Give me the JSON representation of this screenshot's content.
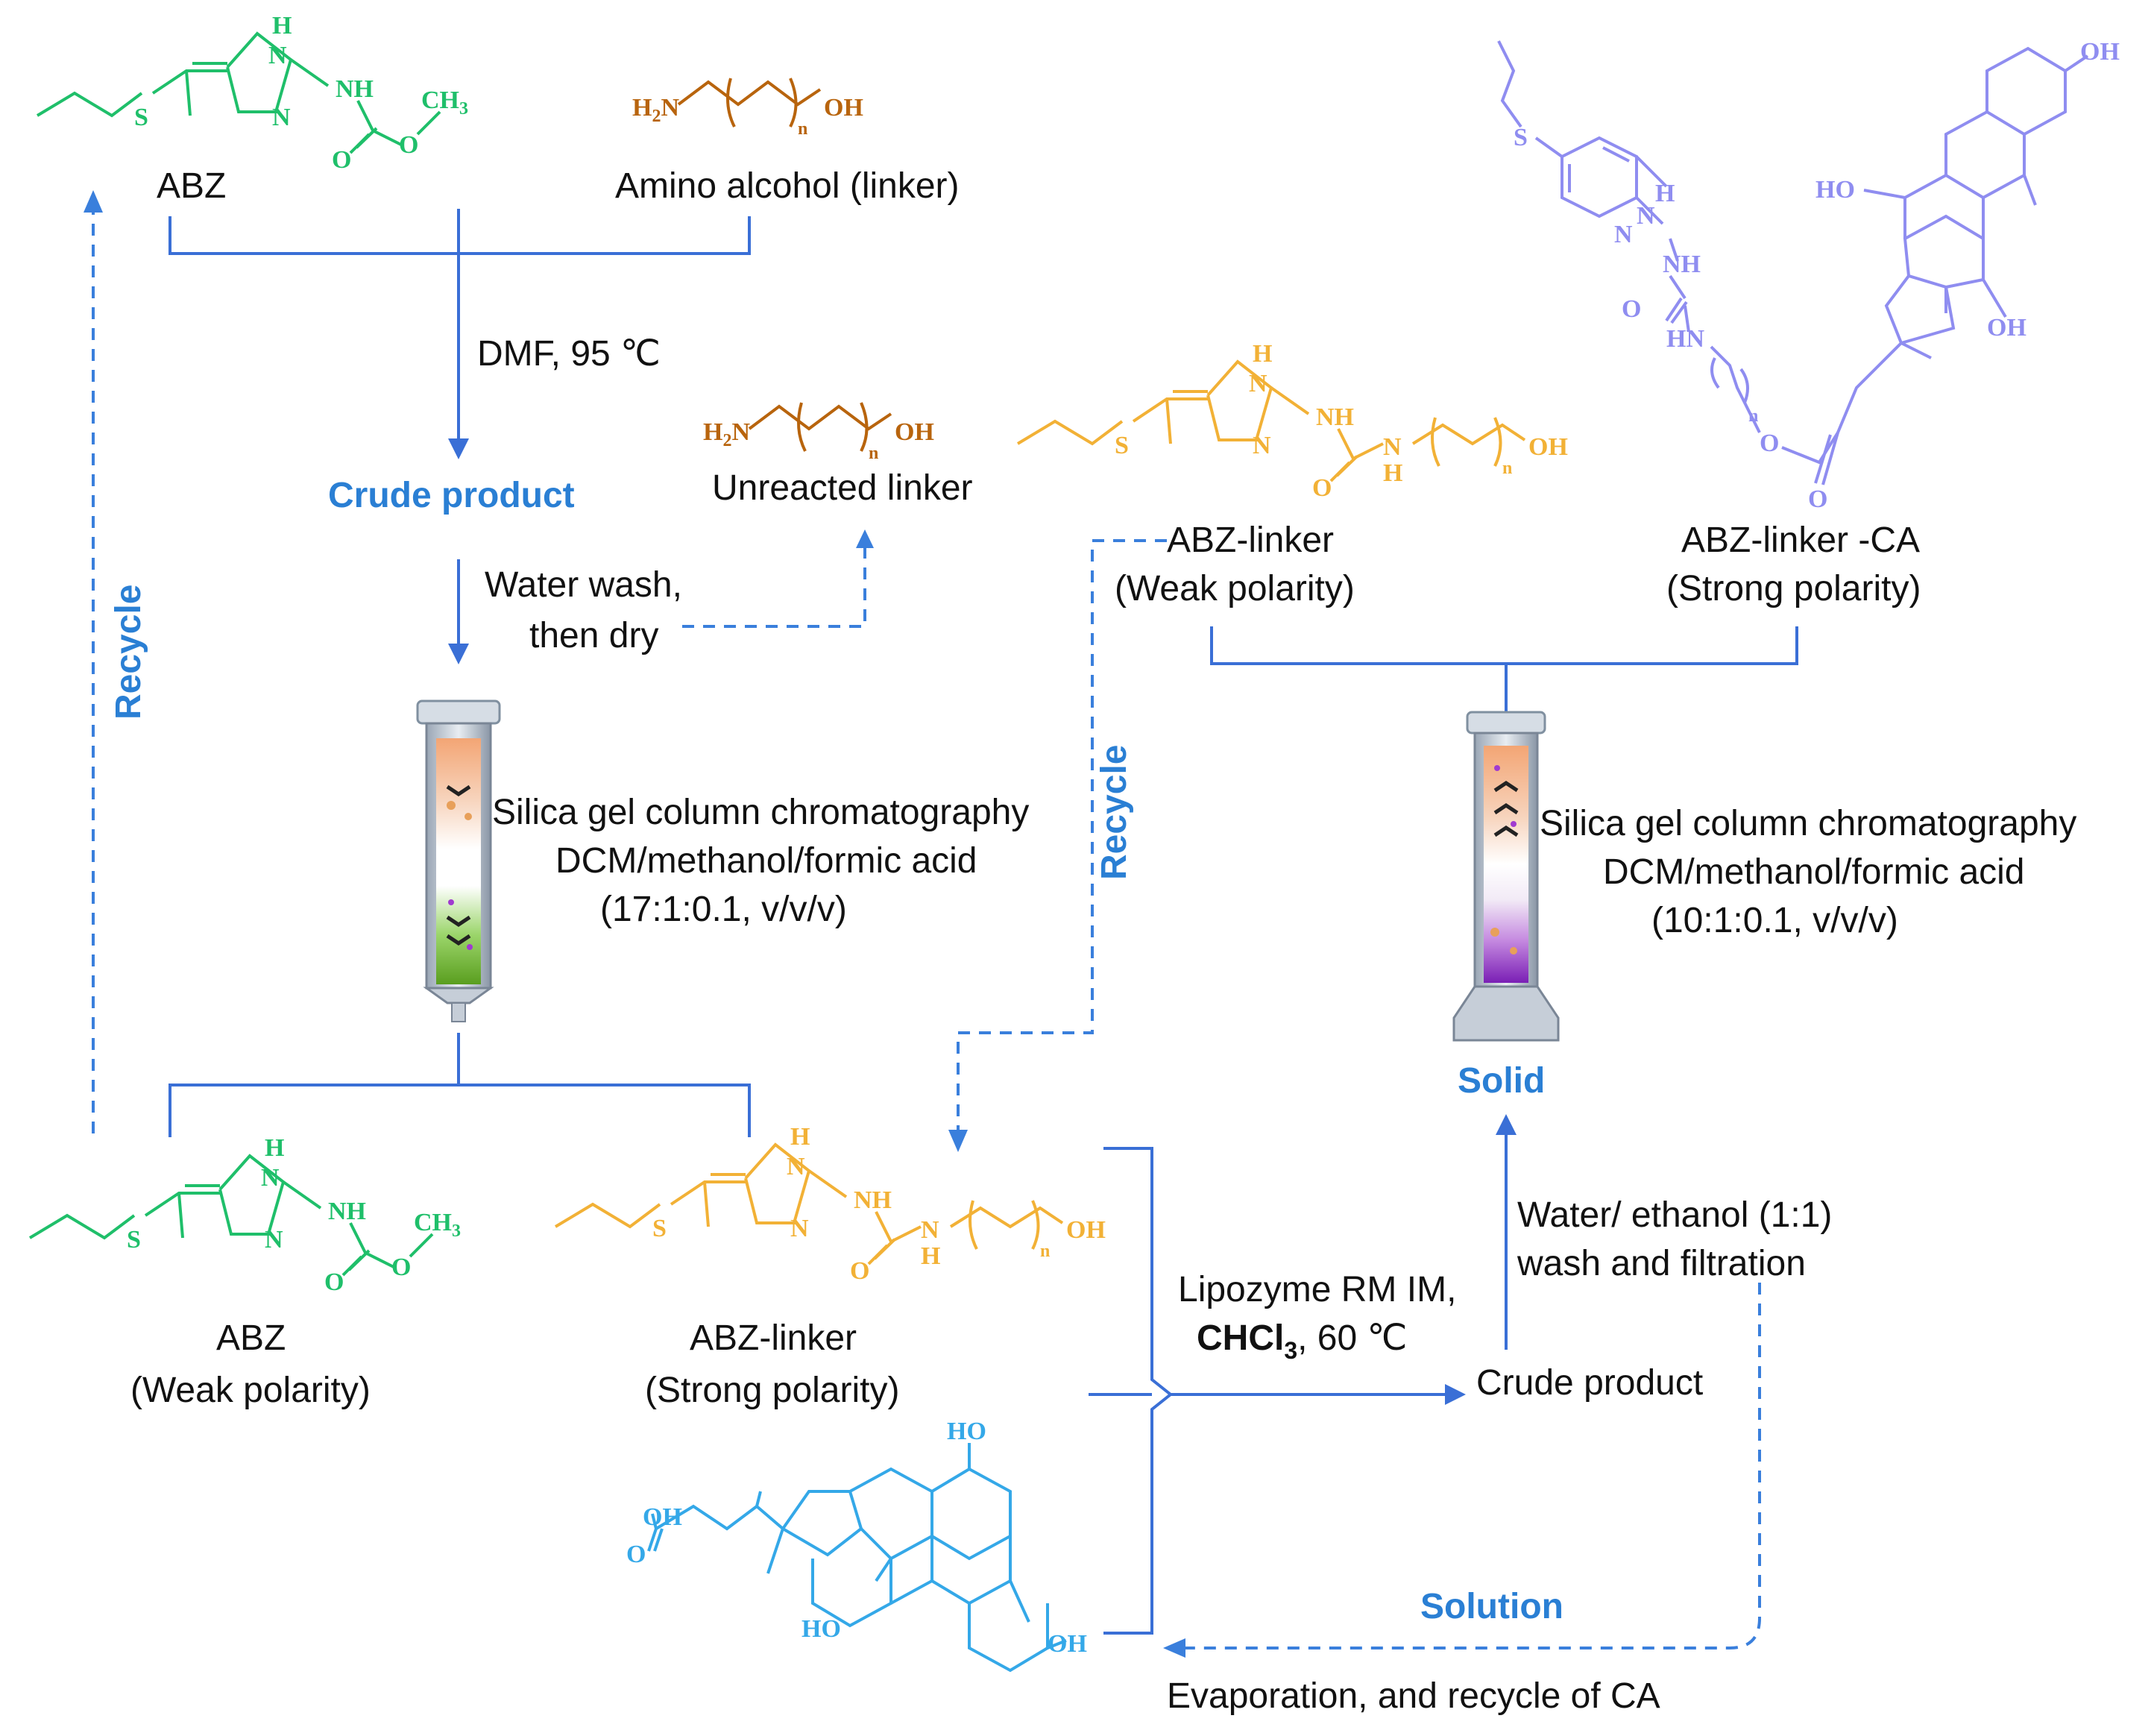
{
  "compounds": {
    "abz_top": {
      "label": "ABZ"
    },
    "amino_alcohol": {
      "label": "Amino alcohol (linker)"
    },
    "unreacted_linker": {
      "label": "Unreacted linker"
    },
    "abz_linker_top": {
      "label": "ABZ-linker",
      "sublabel": "(Weak polarity)"
    },
    "abz_linker_ca": {
      "label": "ABZ-linker -CA",
      "sublabel": "(Strong polarity)"
    },
    "abz_bottom": {
      "label": "ABZ",
      "sublabel": "(Weak polarity)"
    },
    "abz_linker_bottom": {
      "label": "ABZ-linker",
      "sublabel": "(Strong polarity)"
    }
  },
  "atoms": {
    "nh": "NH",
    "h": "H",
    "n": "N",
    "o": "O",
    "s": "S",
    "ch3": "CH",
    "ch3_sub": "3",
    "h2n": "H",
    "h2n_sub": "2",
    "h2n_n": "N",
    "oh": "OH",
    "ho": "HO",
    "hn": "HN",
    "subscript_n": "n"
  },
  "steps": {
    "dmf": "DMF, 95 ℃",
    "crude_product_1": "Crude product",
    "water_wash_1": "Water wash,",
    "water_wash_2": "then dry",
    "column1_line1": "Silica gel column chromatography",
    "column1_line2": "DCM/methanol/formic acid",
    "column1_line3": "(17:1:0.1, v/v/v)",
    "column2_line1": "Silica gel column chromatography",
    "column2_line2": "DCM/methanol/formic acid",
    "column2_line3": "(10:1:0.1, v/v/v)",
    "solid": "Solid",
    "water_ethanol_1": "Water/ ethanol (1:1)",
    "water_ethanol_2": "wash and filtration",
    "lipozyme": "Lipozyme RM IM,",
    "chcl3_prefix": "CHCl",
    "chcl3_sub": "3",
    "chcl3_suffix": ", 60 ℃",
    "crude_product_2": "Crude product",
    "solution": "Solution",
    "evaporation": "Evaporation, and recycle of CA",
    "recycle_left": "Recycle",
    "recycle_mid": "Recycle"
  },
  "colors": {
    "abz": "#1fbf6a",
    "abz_linker": "#f2b136",
    "linker": "#b8640d",
    "abz_linker_ca": "#8f8df0",
    "ca": "#34a8e8",
    "flow": "#3a6fd6",
    "highlight_text": "#2a7fd4"
  }
}
